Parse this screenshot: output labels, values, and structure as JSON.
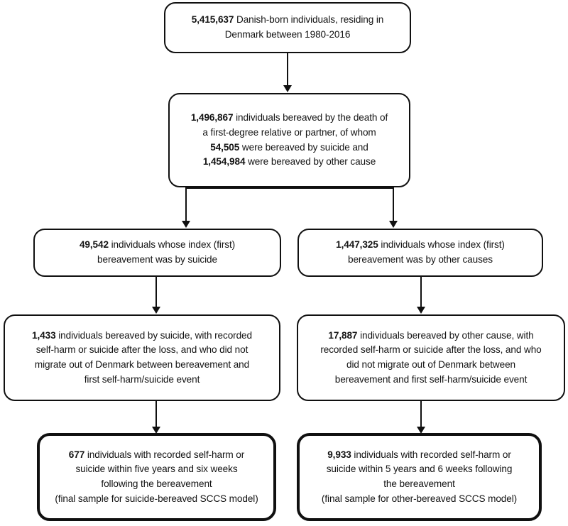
{
  "diagram": {
    "title": "Study population flow chart",
    "type": "flowchart",
    "colors": {
      "stroke": "#101010",
      "background": "#ffffff",
      "text": "#131313"
    },
    "nodes": [
      {
        "id": "total-population",
        "lines": [
          {
            "bold": "5,415,637",
            "rest": " Danish-born individuals, residing in"
          },
          {
            "bold": "",
            "rest": "Denmark between 1980-2016"
          }
        ]
      },
      {
        "id": "bereaved-total",
        "lines": [
          {
            "bold": "1,496,867",
            "rest": " individuals bereaved by the death of"
          },
          {
            "bold": "",
            "rest": "a first-degree relative or partner, of whom"
          },
          {
            "bold": "54,505",
            "rest": " were bereaved by suicide and"
          },
          {
            "bold": "1,454,984",
            "rest": " were bereaved by other cause"
          }
        ]
      },
      {
        "id": "index-suicide",
        "lines": [
          {
            "bold": "49,542",
            "rest": " individuals whose index (first)"
          },
          {
            "bold": "",
            "rest": "bereavement was by suicide"
          }
        ]
      },
      {
        "id": "index-other",
        "lines": [
          {
            "bold": "1,447,325",
            "rest": " individuals whose index (first)"
          },
          {
            "bold": "",
            "rest": "bereavement was by other causes"
          }
        ]
      },
      {
        "id": "suicide-eligible",
        "lines": [
          {
            "bold": "1,433",
            "rest": " individuals bereaved by suicide, with recorded"
          },
          {
            "bold": "",
            "rest": "self-harm or suicide after the loss, and who did not"
          },
          {
            "bold": "",
            "rest": "migrate out of Denmark between bereavement and"
          },
          {
            "bold": "",
            "rest": "first self-harm/suicide event"
          }
        ]
      },
      {
        "id": "other-eligible",
        "lines": [
          {
            "bold": "17,887",
            "rest": " individuals bereaved by other cause, with"
          },
          {
            "bold": "",
            "rest": "recorded self-harm or suicide after the loss, and who"
          },
          {
            "bold": "",
            "rest": "did not migrate out of Denmark between"
          },
          {
            "bold": "",
            "rest": "bereavement and first self-harm/suicide event"
          }
        ]
      },
      {
        "id": "suicide-final",
        "lines": [
          {
            "bold": "677",
            "rest": " individuals with recorded self-harm or"
          },
          {
            "bold": "",
            "rest": "suicide within five years and six weeks"
          },
          {
            "bold": "",
            "rest": "following the bereavement"
          },
          {
            "bold": "",
            "rest": "(final sample for suicide-bereaved SCCS model)"
          }
        ]
      },
      {
        "id": "other-final",
        "lines": [
          {
            "bold": "9,933",
            "rest": " individuals with recorded self-harm or"
          },
          {
            "bold": "",
            "rest": "suicide within 5 years and 6 weeks following"
          },
          {
            "bold": "",
            "rest": "the bereavement"
          },
          {
            "bold": "",
            "rest": "(final sample for other-bereaved SCCS model)"
          }
        ]
      }
    ]
  }
}
